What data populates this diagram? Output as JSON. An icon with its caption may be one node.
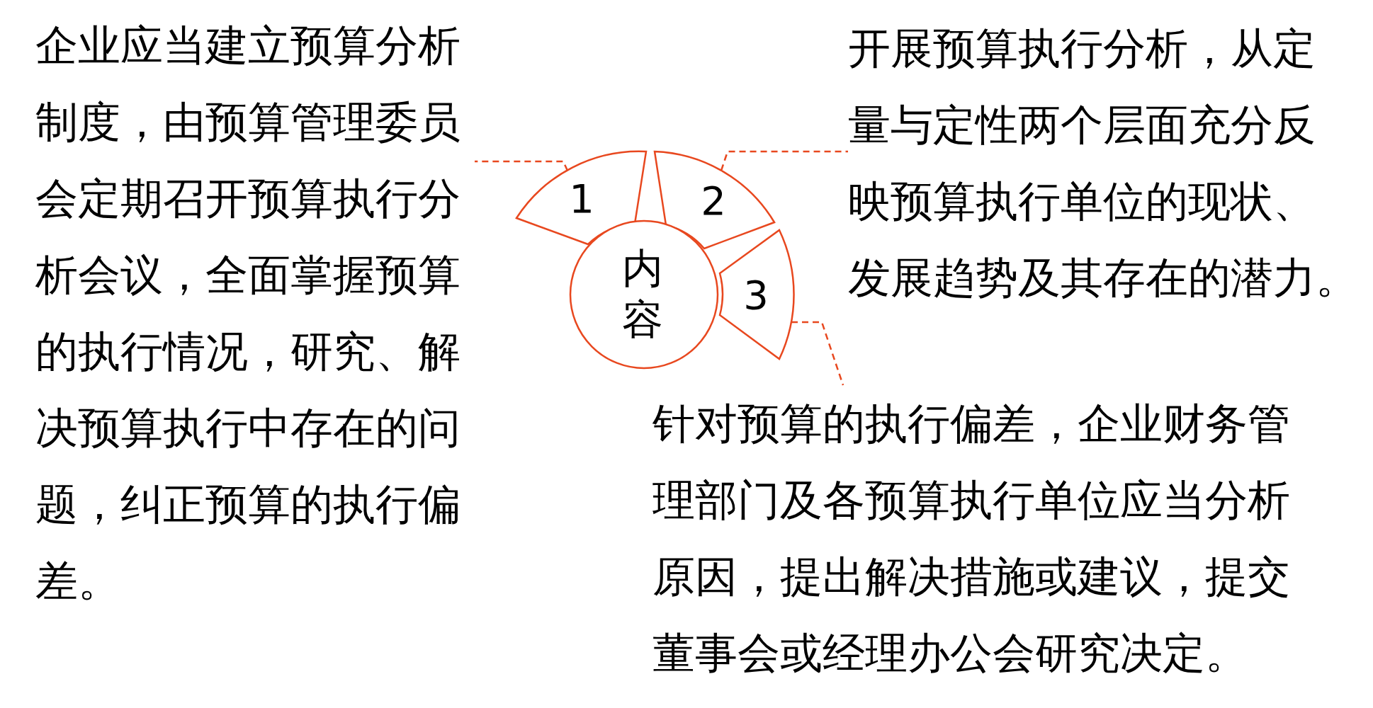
{
  "diagram": {
    "nodes": [
      {
        "text": [
          "企业应当建立预算分析制度，由预算管理委员会定期召开预算执行分析会议，全面掌握预算的执行情况，研究、解决预算执行中存在的问题，纠正预算的执行偏差。"
        ]
      },
      {
        "text": [
          "1"
        ]
      },
      {
        "text": [
          "2"
        ]
      },
      {
        "text": [
          "开展预算执行分析，从定量与定性两个层面充分反映预算执行单位的现状、发展趋势及其存在的潜力。"
        ]
      },
      {
        "text": [
          "内容"
        ]
      },
      {
        "text": [
          "3"
        ]
      },
      {
        "text": [
          "针对预算的执行偏差，企业财务管理部门及各预算执行单位应当分析原因，提出解决措施或建议，提交董事会或经理办公会研究决定。"
        ]
      }
    ],
    "edges": [
      {
        "from": 1,
        "to": 0,
        "arrow": "none",
        "style": "dashed"
      },
      {
        "from": 2,
        "to": 3,
        "arrow": "none",
        "style": "dashed"
      },
      {
        "from": 5,
        "to": 6,
        "arrow": "none",
        "style": "dashed"
      }
    ]
  }
}
